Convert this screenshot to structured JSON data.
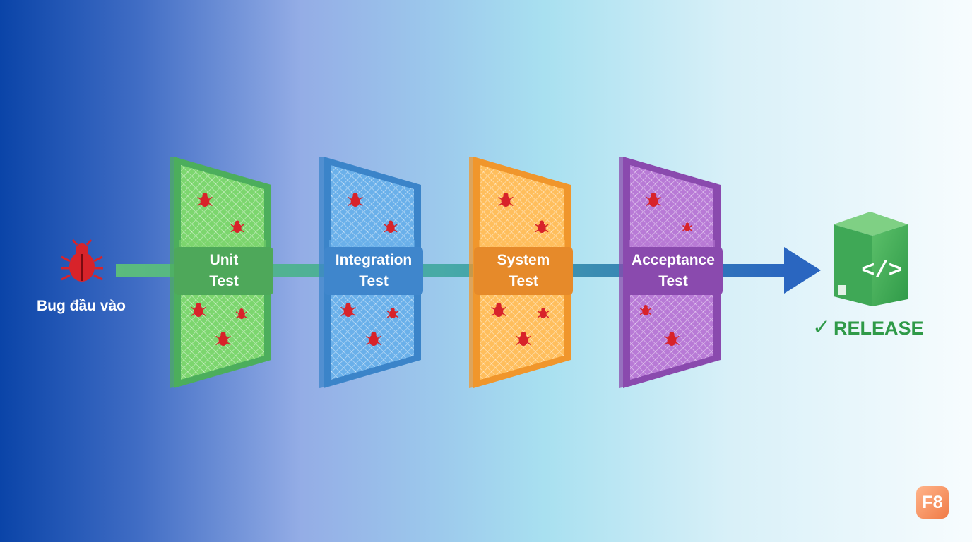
{
  "input": {
    "label": "Bug đầu vào"
  },
  "stages": [
    {
      "id": "unit",
      "line1": "Unit",
      "line2": "Test",
      "color": "#4cae5c",
      "tint": "#7cd66e",
      "label_bg": "#4ea85a"
    },
    {
      "id": "integration",
      "line1": "Integration",
      "line2": "Test",
      "color": "#3b84c9",
      "tint": "#6ab0ea",
      "label_bg": "#3f86cc"
    },
    {
      "id": "system",
      "line1": "System",
      "line2": "Test",
      "color": "#f0962c",
      "tint": "#ffbe5c",
      "label_bg": "#e68a2a"
    },
    {
      "id": "acceptance",
      "line1": "Acceptance",
      "line2": "Test",
      "color": "#8a4aae",
      "tint": "#b87ad6",
      "label_bg": "#8a4aae"
    }
  ],
  "output": {
    "label": "RELEASE",
    "check_icon": "checkmark-icon",
    "box_icon": "code-box-icon",
    "color": "#2f9a48"
  },
  "logo": {
    "text": "F8"
  },
  "colors": {
    "bug": "#d8232a",
    "arrow": "#2a66c0"
  }
}
